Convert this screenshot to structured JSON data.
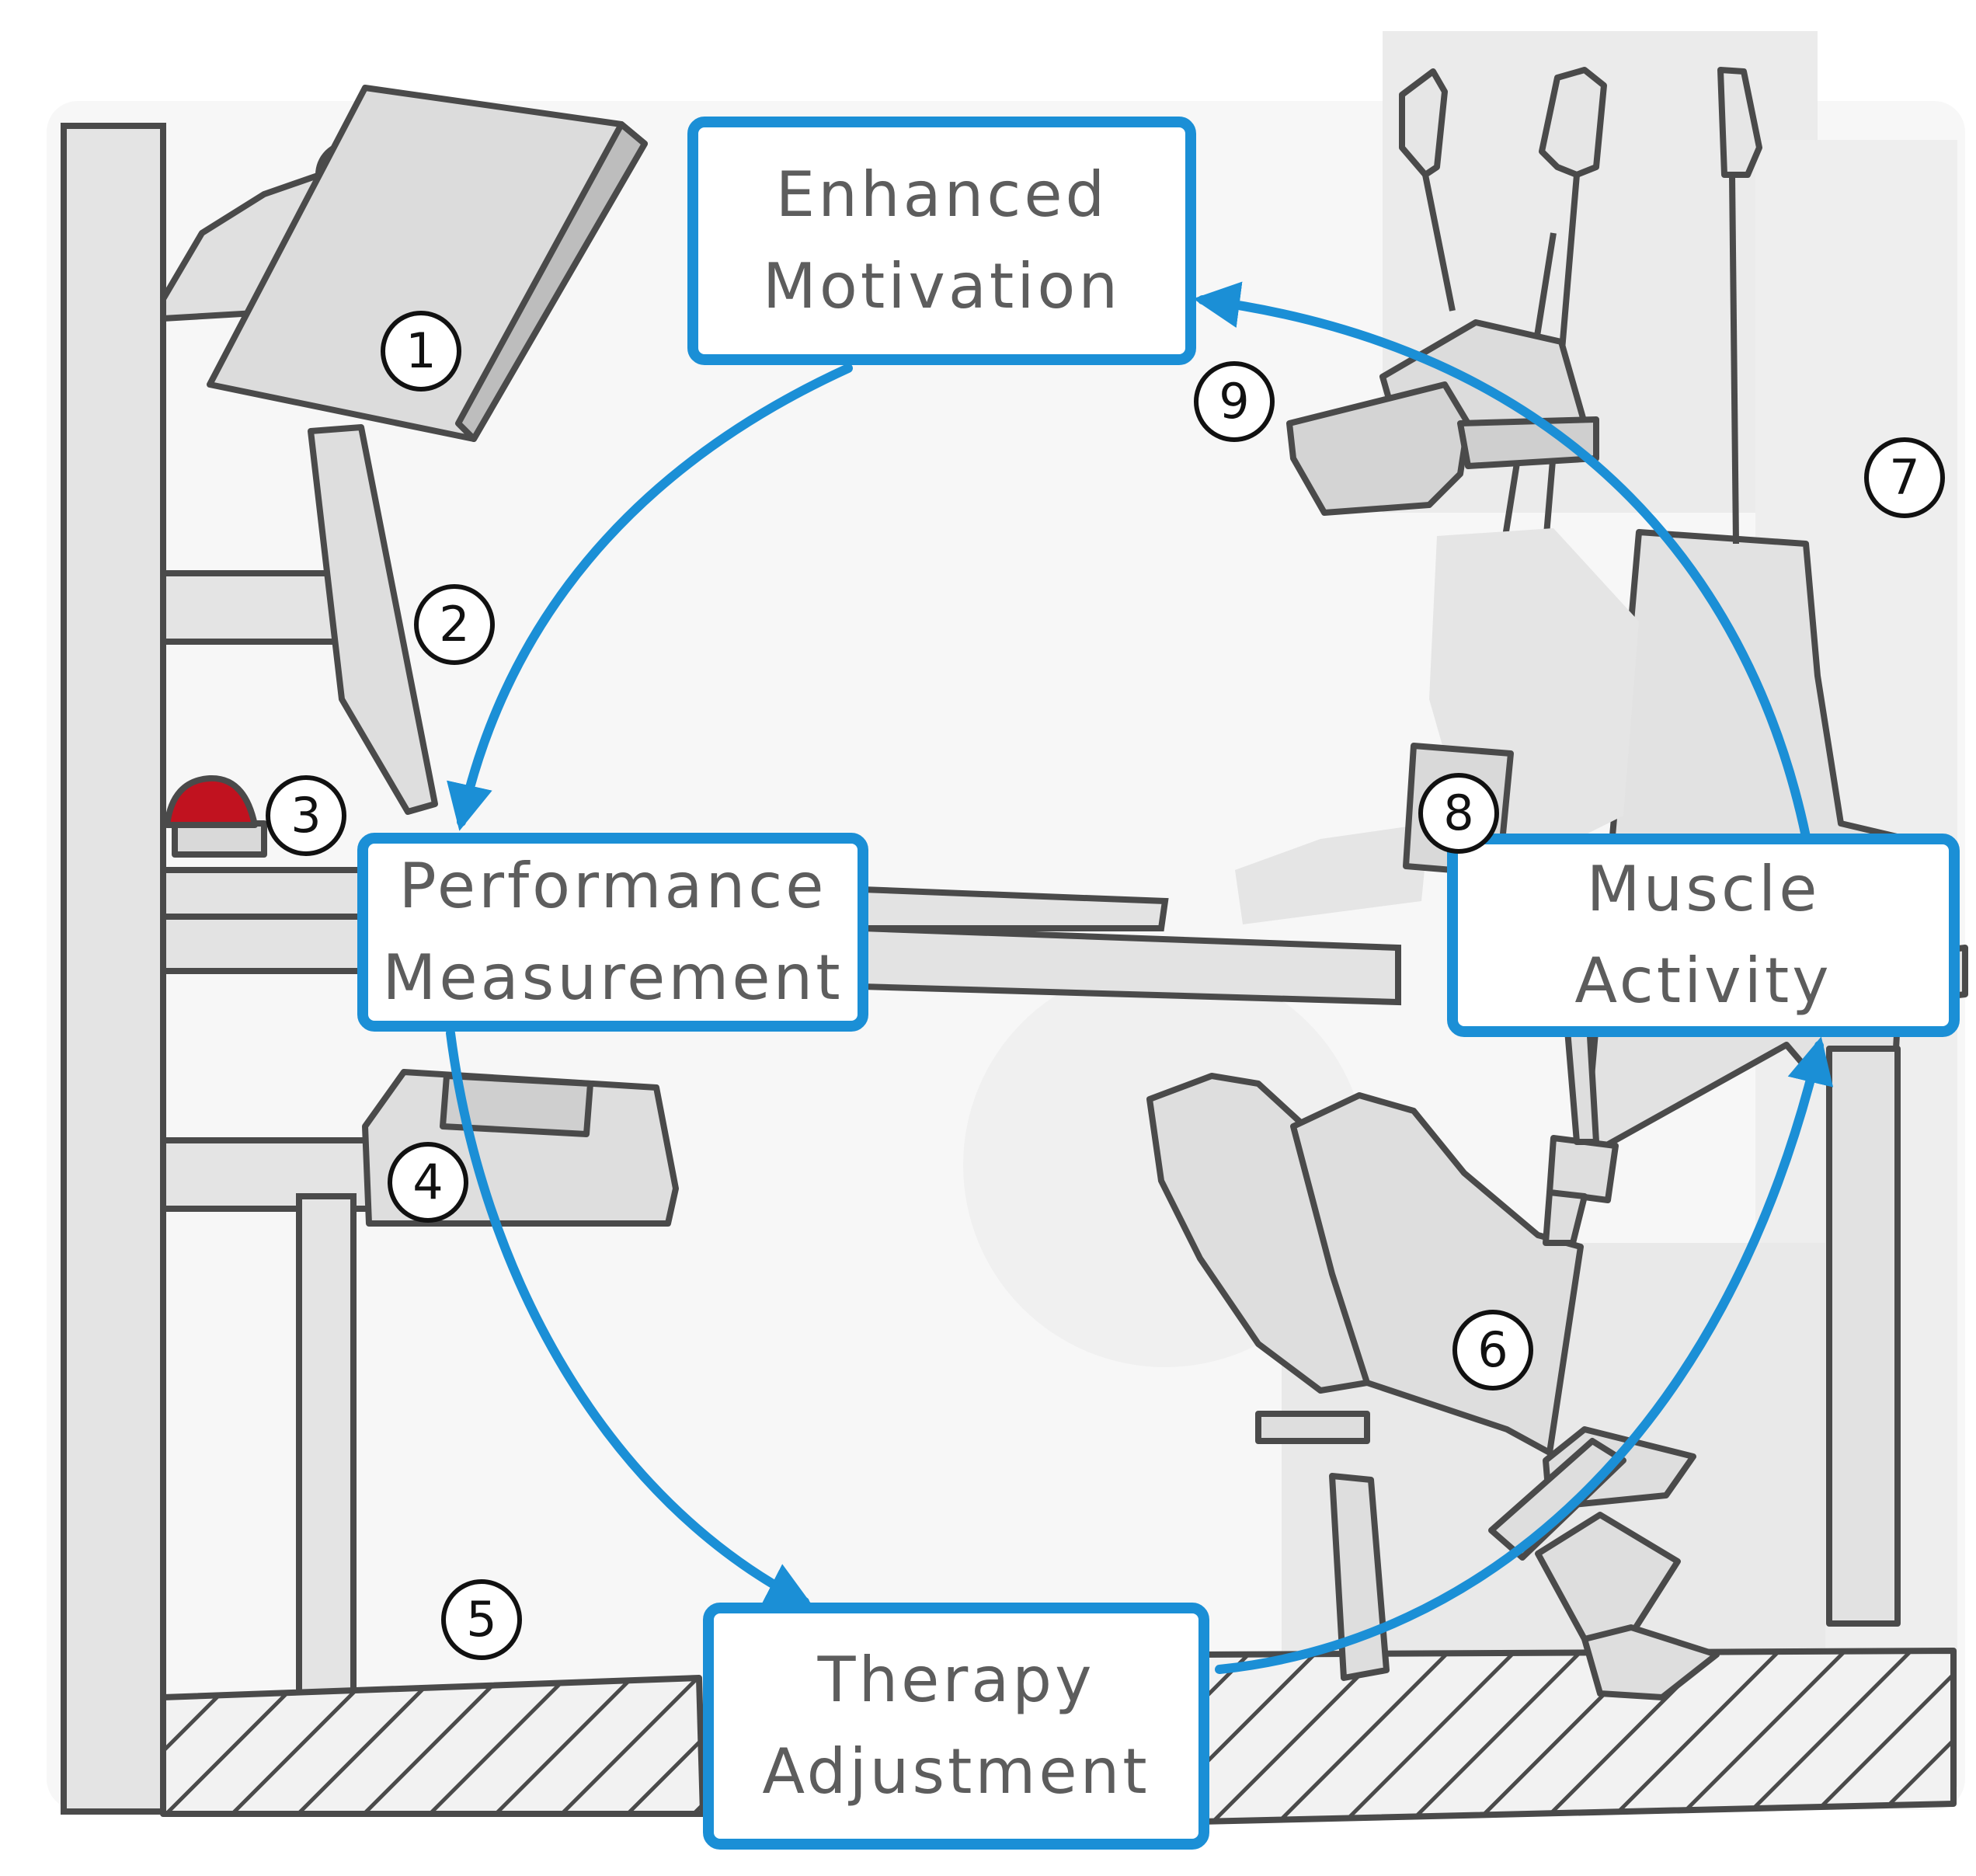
{
  "cycle": {
    "enhanced_motivation": [
      "Enhanced",
      "Motivation"
    ],
    "performance_measurement": [
      "Performance",
      "Measurement"
    ],
    "muscle_activity": [
      "Muscle",
      "Activity"
    ],
    "therapy_adjustment": [
      "Therapy",
      "Adjustment"
    ]
  },
  "callouts": [
    "1",
    "2",
    "3",
    "4",
    "5",
    "6",
    "7",
    "8",
    "9"
  ],
  "colors": {
    "cycle_blue": "#1b8fd6",
    "outline": "#4a4a4a",
    "equipment_fill": "#e6e6e6",
    "emergency_button_red": "#c1121f"
  }
}
